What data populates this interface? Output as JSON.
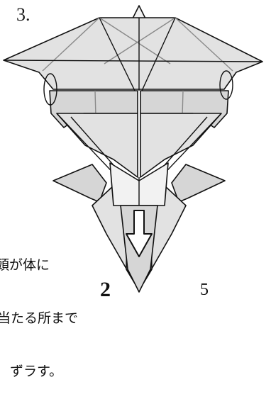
{
  "step": {
    "number": "3."
  },
  "instruction": {
    "lines": [
      "頭が体に",
      "当たる所まで",
      "ずラす。"
    ]
  },
  "partial_marks": [
    "2",
    "5"
  ],
  "colors": {
    "paper": "#e2e2e2",
    "paper_dark": "#d6d6d6",
    "line": "#111111",
    "crease": "#8a8a8a"
  },
  "icons": [
    "down-arrow-icon",
    "pleat-circle-icon"
  ]
}
